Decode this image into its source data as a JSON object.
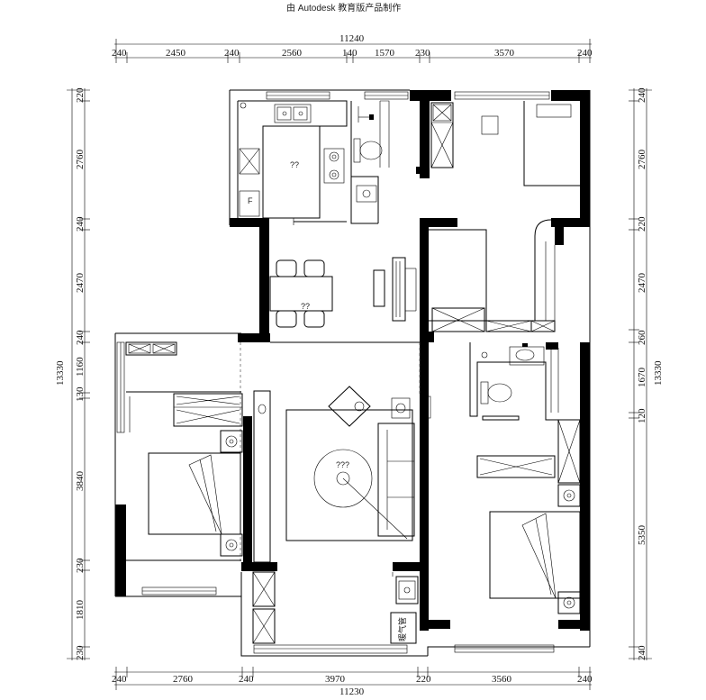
{
  "header": {
    "text": "由 Autodesk 教育版产品制作"
  },
  "dimensions": {
    "top_total": "11240",
    "top_segments": [
      "240",
      "2450",
      "240",
      "2560",
      "140",
      "1570",
      "230",
      "3570",
      "240"
    ],
    "bottom_total": "11230",
    "bottom_segments": [
      "240",
      "2760",
      "240",
      "3970",
      "220",
      "3560",
      "240"
    ],
    "left_total": "13330",
    "left_segments": [
      "220",
      "2760",
      "240",
      "2470",
      "240",
      "1160",
      "130",
      "3840",
      "230",
      "1810",
      "230"
    ],
    "right_total": "13330",
    "right_segments": [
      "240",
      "2760",
      "220",
      "2470",
      "260",
      "1670",
      "120",
      "5350",
      "240"
    ]
  },
  "room_labels": {
    "kitchen": "??",
    "dining": "??",
    "living": "???",
    "fridge": "F"
  },
  "equipment_label": "暖气管"
}
